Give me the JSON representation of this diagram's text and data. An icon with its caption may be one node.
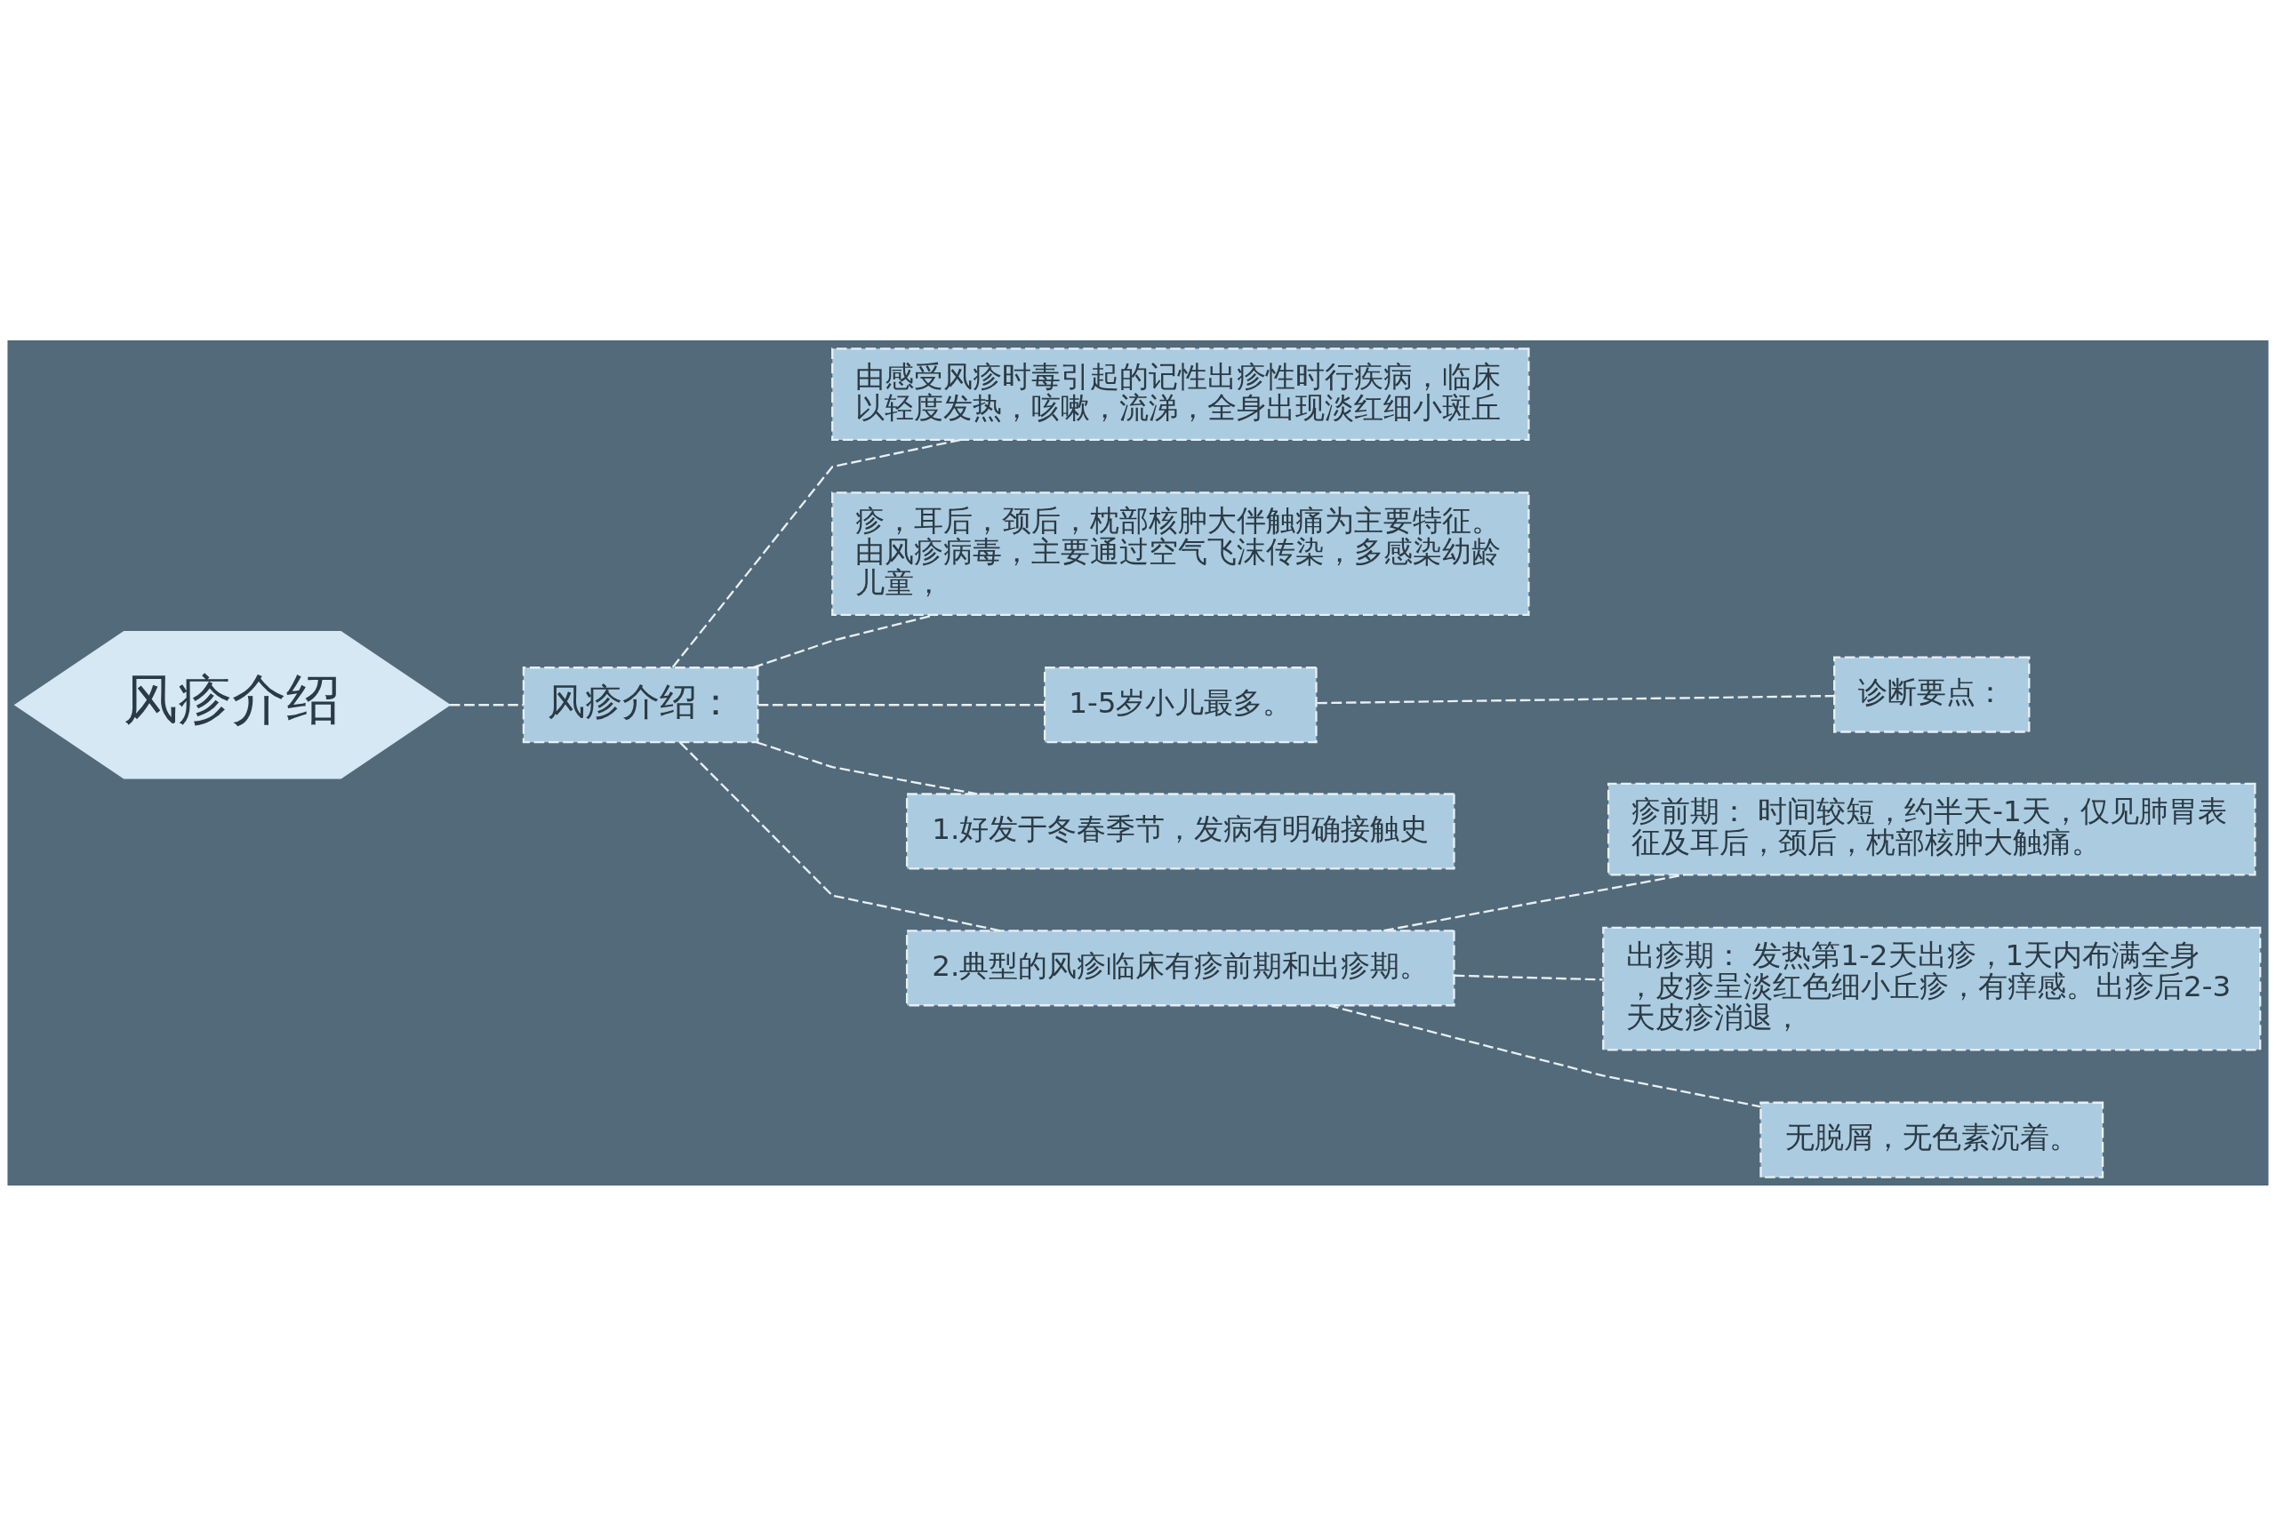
{
  "diagram": {
    "nodes": [
      {
        "text": [
          "风疹介绍"
        ]
      },
      {
        "text": [
          "风疹介绍："
        ]
      },
      {
        "text": [
          "由感受风疹时毒引起的记性出疹性时行疾病，临床以轻度发热，咳嗽，流涕，全身出现淡红细小斑丘"
        ]
      },
      {
        "text": [
          "疹，耳后，颈后，枕部核肿大伴触痛为主要特征。由风疹病毒，主要通过空气飞沫传染，多感染幼龄儿童，"
        ]
      },
      {
        "text": [
          "1-5岁小儿最多。"
        ]
      },
      {
        "text": [
          "诊断要点："
        ]
      },
      {
        "text": [
          "1.好发于冬春季节，发病有明确接触史"
        ]
      },
      {
        "text": [
          "2.典型的风疹临床有疹前期和出疹期。"
        ]
      },
      {
        "text": [
          "疹前期： 时间较短，约半天-1天，仅见肺胃表征及耳后，颈后，枕部核肿大触痛。"
        ]
      },
      {
        "text": [
          "出疹期： 发热第1-2天出疹，1天内布满全身，皮疹呈淡红色细小丘疹，有痒感。出疹后2-3天皮疹消退，"
        ]
      },
      {
        "text": [
          "无脱屑，无色素沉着。"
        ]
      }
    ],
    "edges": [
      {
        "from": 0,
        "to": 1,
        "arrow": "none",
        "style": "dashed"
      },
      {
        "from": 1,
        "to": 2,
        "arrow": "none",
        "style": "dashed"
      },
      {
        "from": 1,
        "to": 3,
        "arrow": "none",
        "style": "dashed"
      },
      {
        "from": 1,
        "to": 4,
        "arrow": "none",
        "style": "dashed"
      },
      {
        "from": 4,
        "to": 5,
        "arrow": "none",
        "style": "dashed"
      },
      {
        "from": 1,
        "to": 6,
        "arrow": "none",
        "style": "dashed"
      },
      {
        "from": 1,
        "to": 7,
        "arrow": "none",
        "style": "dashed"
      },
      {
        "from": 7,
        "to": 8,
        "arrow": "none",
        "style": "dashed"
      },
      {
        "from": 7,
        "to": 9,
        "arrow": "none",
        "style": "dashed"
      },
      {
        "from": 7,
        "to": 10,
        "arrow": "none",
        "style": "dashed"
      }
    ]
  }
}
